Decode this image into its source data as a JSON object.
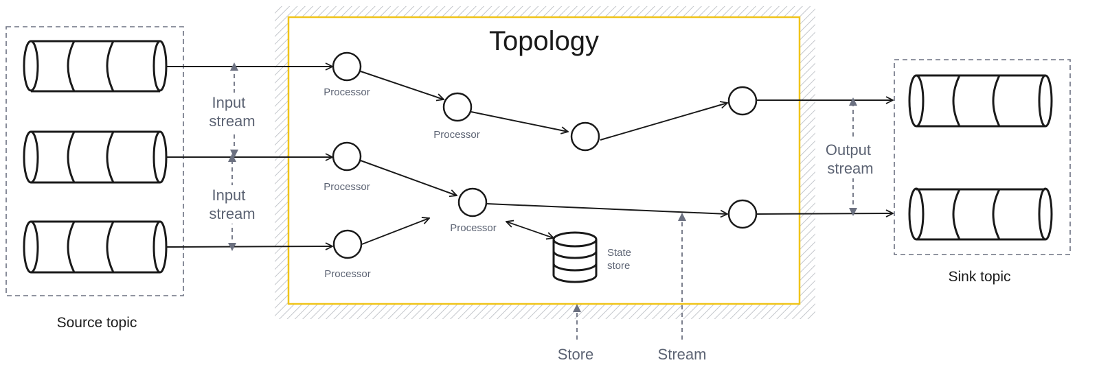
{
  "title": "Topology",
  "source_topic_label": "Source topic",
  "sink_topic_label": "Sink topic",
  "input_stream_label": [
    "Input",
    "stream"
  ],
  "output_stream_label": [
    "Output",
    "stream"
  ],
  "processor_label": "Processor",
  "state_store_label": [
    "State",
    "store"
  ],
  "store_label": "Store",
  "stream_label": "Stream",
  "colors": {
    "topology_border": "#f0c419",
    "hatch": "#c4c7cc",
    "dashed_box": "#6b7080",
    "annotation_arrow": "#6b7080",
    "stroke": "#1a1a1a"
  }
}
